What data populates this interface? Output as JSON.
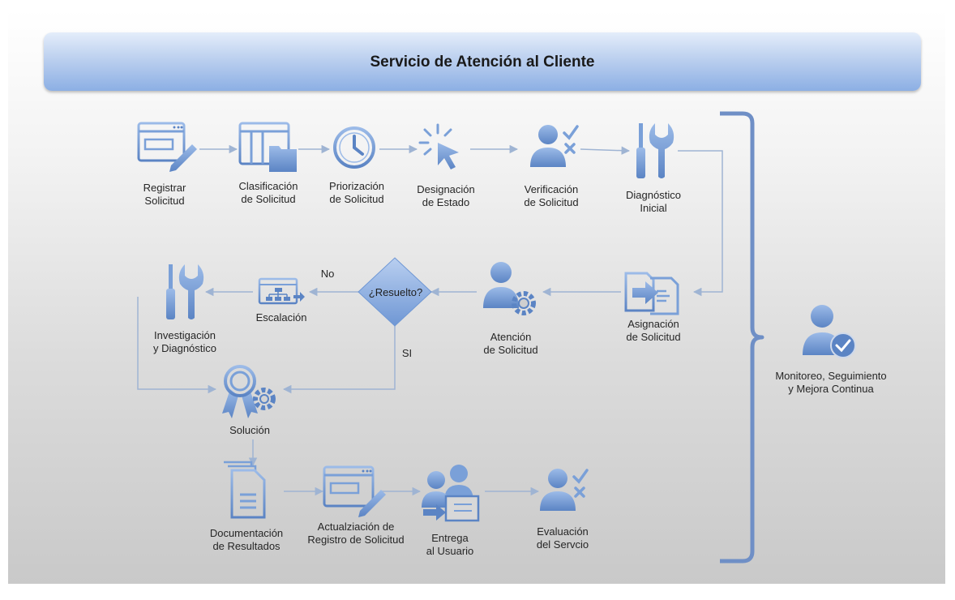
{
  "title": "Servicio de Atención al Cliente",
  "colors": {
    "icon": "#5b84c4",
    "icon_light": "#8fb0e0",
    "arrow": "#9fb4d3",
    "bracket": "#6f8fc6"
  },
  "steps": {
    "registrar": {
      "line1": "Registrar",
      "line2": "Solicitud",
      "icon": "form-edit-icon"
    },
    "clasificacion": {
      "line1": "Clasificación",
      "line2": "de Solicitud",
      "icon": "folder-table-icon"
    },
    "priorizacion": {
      "line1": "Priorización",
      "line2": "de Solicitud",
      "icon": "clock-icon"
    },
    "designacion": {
      "line1": "Designación",
      "line2": "de Estado",
      "icon": "cursor-click-icon"
    },
    "verificacion": {
      "line1": "Verificación",
      "line2": "de Solicitud",
      "icon": "user-check-icon"
    },
    "diagnostico": {
      "line1": "Diagnóstico",
      "line2": "Inicial",
      "icon": "tools-icon"
    },
    "asignacion": {
      "line1": "Asignación",
      "line2": "de Solicitud",
      "icon": "document-transfer-icon"
    },
    "atencion": {
      "line1": "Atención",
      "line2": "de Solicitud",
      "icon": "user-gear-icon"
    },
    "resuelto": {
      "line1": "¿Resuelto?"
    },
    "escalacion": {
      "line1": "Escalación",
      "icon": "network-window-icon"
    },
    "investigacion": {
      "line1": "Investigación",
      "line2": "y Diagnóstico",
      "icon": "tools-icon"
    },
    "solucion": {
      "line1": "Solución",
      "icon": "award-gear-icon"
    },
    "documentacion": {
      "line1": "Documentación",
      "line2": "de Resultados",
      "icon": "documents-icon"
    },
    "actualizacion": {
      "line1": "Actualziación de",
      "line2": "Registro de Solicitud",
      "icon": "form-edit-icon"
    },
    "entrega": {
      "line1": "Entrega",
      "line2": "al Usuario",
      "icon": "users-delivery-icon"
    },
    "evaluacion": {
      "line1": "Evaluación",
      "line2": "del Servcio",
      "icon": "user-check-icon"
    },
    "monitoreo": {
      "line1": "Monitoreo, Seguimiento",
      "line2": "y Mejora Continua",
      "icon": "user-approved-icon"
    }
  },
  "branches": {
    "no": "No",
    "si": "SI"
  }
}
